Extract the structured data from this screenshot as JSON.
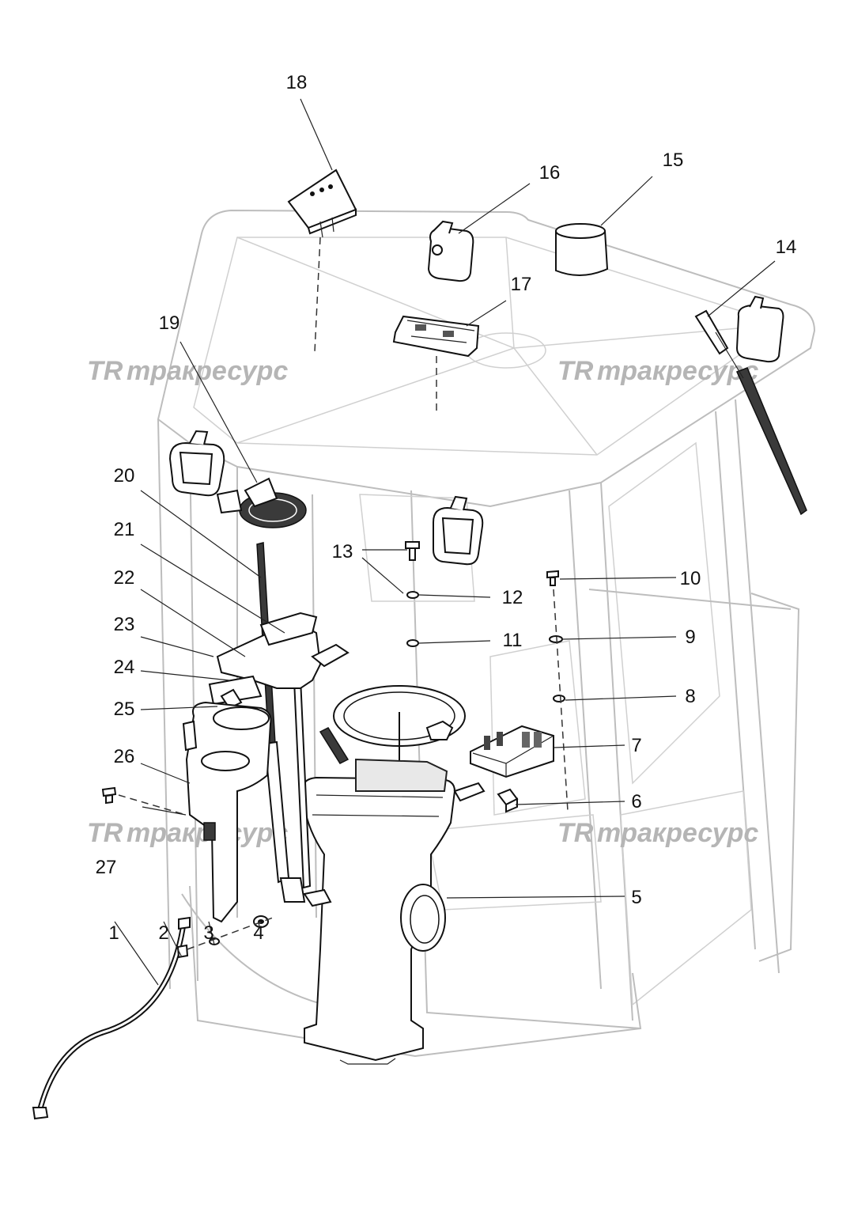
{
  "watermark": {
    "text": "тракресурс",
    "monogram": "TR"
  },
  "callouts": [
    {
      "id": "1",
      "label": "1"
    },
    {
      "id": "2",
      "label": "2"
    },
    {
      "id": "3",
      "label": "3"
    },
    {
      "id": "4",
      "label": "4"
    },
    {
      "id": "5",
      "label": "5"
    },
    {
      "id": "6",
      "label": "6"
    },
    {
      "id": "7",
      "label": "7"
    },
    {
      "id": "8",
      "label": "8"
    },
    {
      "id": "9",
      "label": "9"
    },
    {
      "id": "10",
      "label": "10"
    },
    {
      "id": "11",
      "label": "11"
    },
    {
      "id": "12",
      "label": "12"
    },
    {
      "id": "13",
      "label": "13"
    },
    {
      "id": "14",
      "label": "14"
    },
    {
      "id": "15",
      "label": "15"
    },
    {
      "id": "16",
      "label": "16"
    },
    {
      "id": "17",
      "label": "17"
    },
    {
      "id": "18",
      "label": "18"
    },
    {
      "id": "19",
      "label": "19"
    },
    {
      "id": "20",
      "label": "20"
    },
    {
      "id": "21",
      "label": "21"
    },
    {
      "id": "22",
      "label": "22"
    },
    {
      "id": "23",
      "label": "23"
    },
    {
      "id": "24",
      "label": "24"
    },
    {
      "id": "25",
      "label": "25"
    },
    {
      "id": "26",
      "label": "26"
    },
    {
      "id": "27",
      "label": "27"
    }
  ]
}
